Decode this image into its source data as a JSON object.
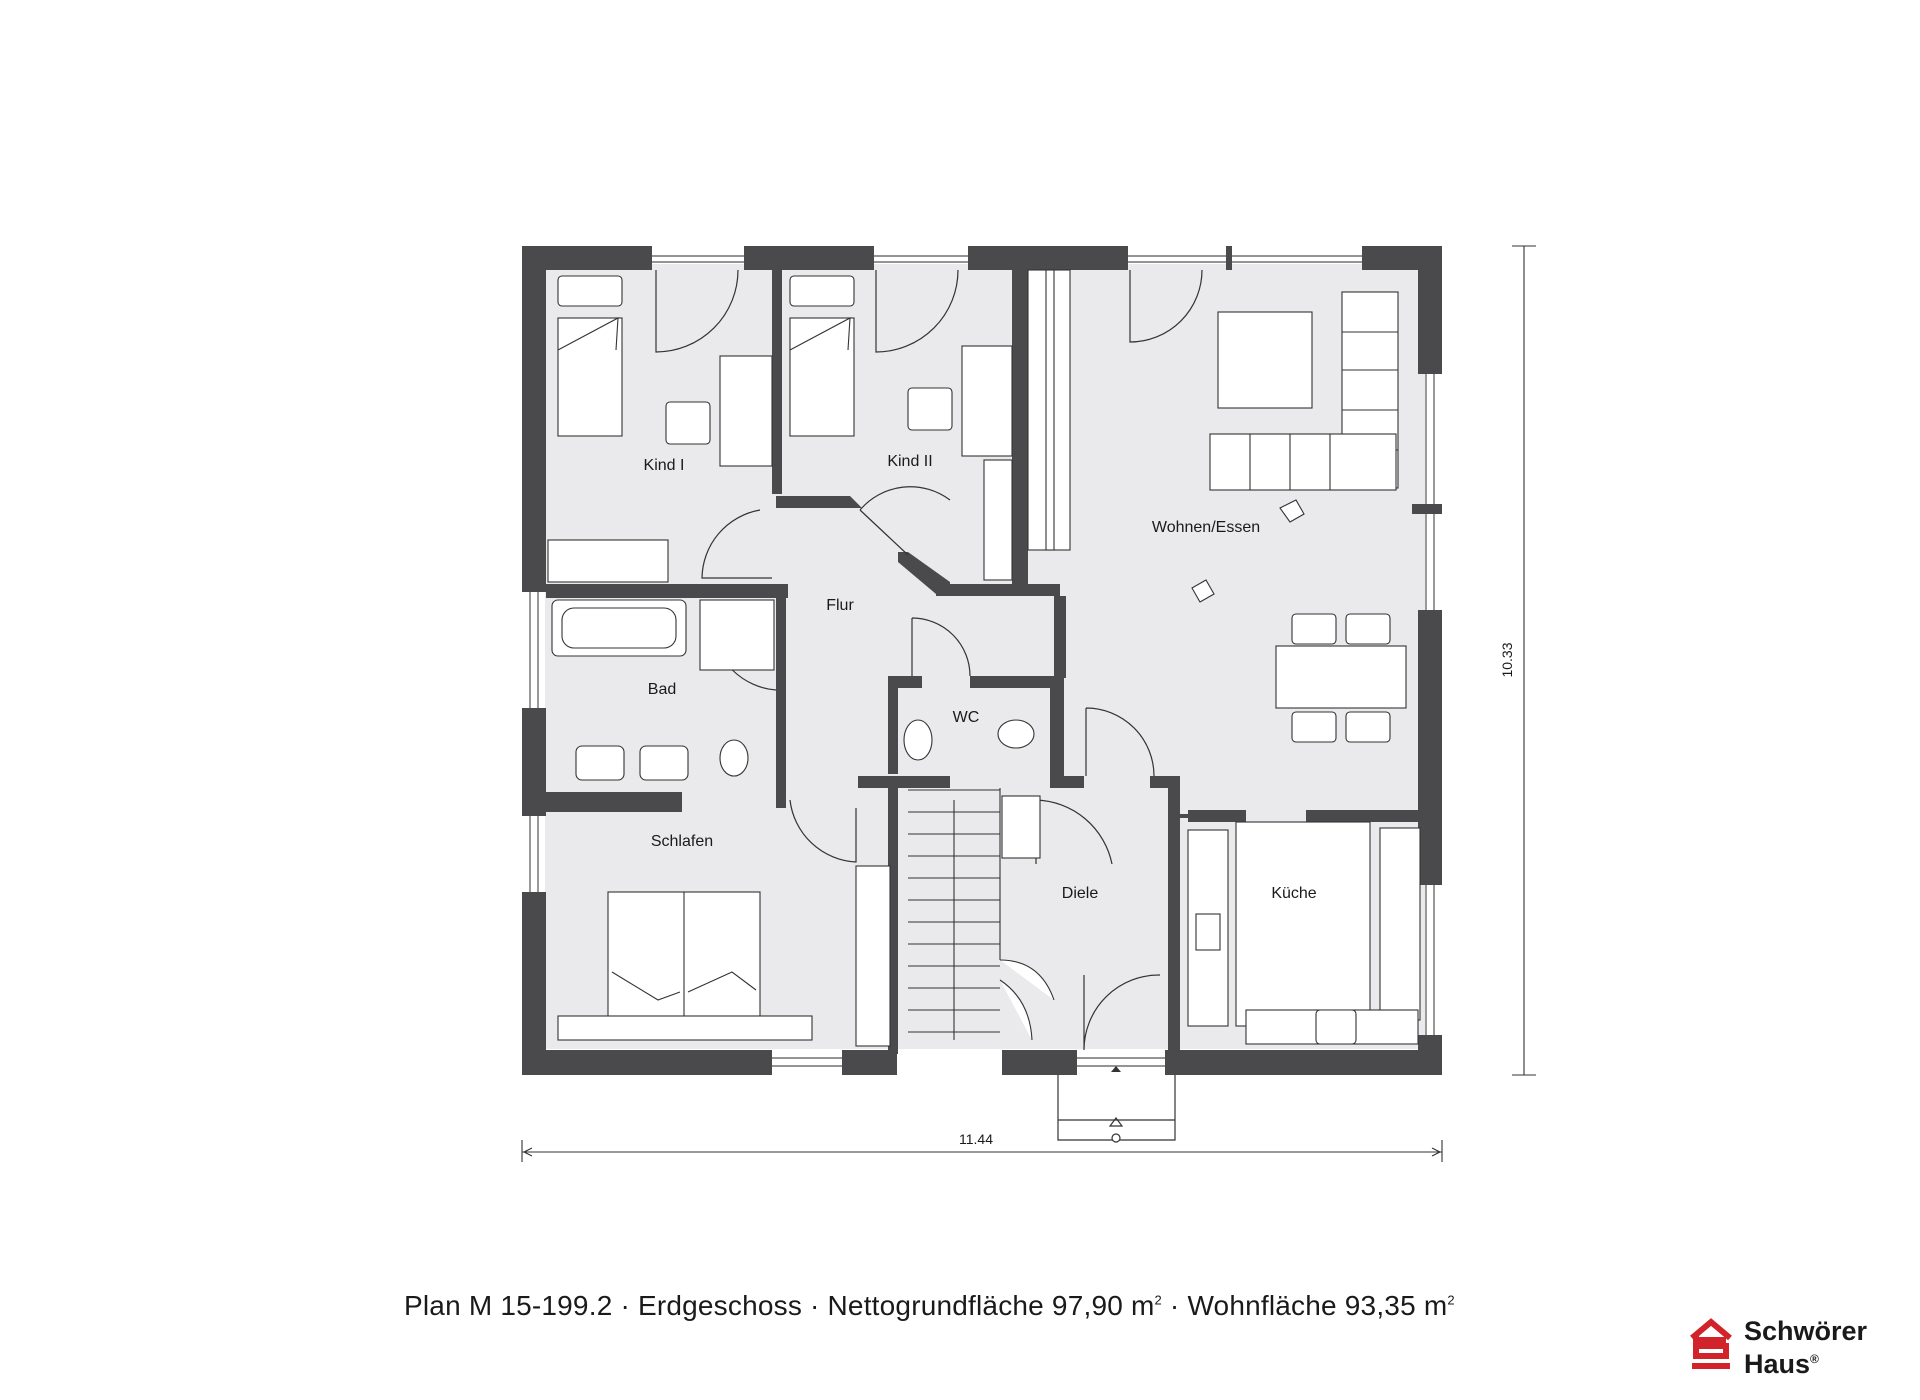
{
  "rooms": {
    "kind1": "Kind I",
    "kind2": "Kind II",
    "wohnen": "Wohnen/Essen",
    "flur": "Flur",
    "bad": "Bad",
    "wc": "WC",
    "schlafen": "Schlafen",
    "diele": "Diele",
    "kueche": "Küche"
  },
  "dimensions": {
    "width": "11.44",
    "depth": "10.33"
  },
  "caption": {
    "plan": "Plan M 15-199.2",
    "sep": " · ",
    "floor": "Erdgeschoss",
    "net_area_label": "Nettogrundfläche 97,90 m",
    "living_area_label": "Wohnfläche 93,35 m",
    "sq": "2"
  },
  "logo": {
    "line1": "Schwörer",
    "line2": "Haus",
    "reg": "®"
  },
  "colors": {
    "wall": "#4a4a4d",
    "floor": "#eaeaec",
    "line": "#333333",
    "brand_red": "#d2232a"
  }
}
